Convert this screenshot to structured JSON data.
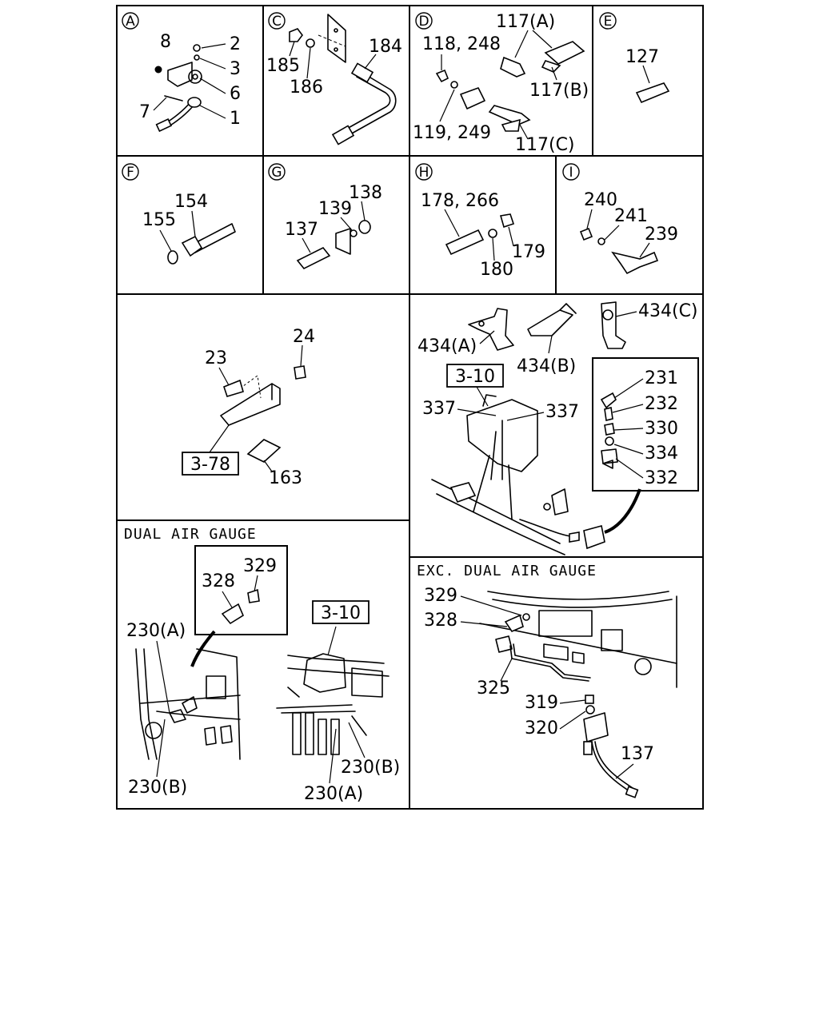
{
  "sections": {
    "A": {
      "letter": "A",
      "labels": {
        "l8": "8",
        "l2": "2",
        "l3": "3",
        "l6": "6",
        "l7": "7",
        "l1": "1"
      }
    },
    "C": {
      "letter": "C",
      "labels": {
        "l184": "184",
        "l185": "185",
        "l186": "186"
      }
    },
    "D": {
      "letter": "D",
      "labels": {
        "l117a": "117(A)",
        "l118": "118, 248",
        "l117b": "117(B)",
        "l119": "119, 249",
        "l117c": "117(C)"
      }
    },
    "E": {
      "letter": "E",
      "labels": {
        "l127": "127"
      }
    },
    "F": {
      "letter": "F",
      "labels": {
        "l154": "154",
        "l155": "155"
      }
    },
    "G": {
      "letter": "G",
      "labels": {
        "l138": "138",
        "l139": "139",
        "l137": "137"
      }
    },
    "H": {
      "letter": "H",
      "labels": {
        "l178": "178, 266",
        "l179": "179",
        "l180": "180"
      }
    },
    "I": {
      "letter": "I",
      "labels": {
        "l240": "240",
        "l241": "241",
        "l239": "239"
      }
    }
  },
  "bracket_panel": {
    "labels": {
      "l23": "23",
      "l24": "24",
      "ref": "3-78",
      "l163": "163"
    }
  },
  "mount_panel": {
    "labels": {
      "l434a": "434(A)",
      "l434b": "434(B)",
      "l434c": "434(C)",
      "ref": "3-10",
      "l337a": "337",
      "l337b": "337",
      "l231": "231",
      "l232": "232",
      "l330": "330",
      "l334": "334",
      "l332": "332"
    }
  },
  "dual_panel": {
    "title": "DUAL AIR GAUGE",
    "labels": {
      "l329": "329",
      "l328": "328",
      "l230a_top": "230(A)",
      "l230b_left": "230(B)",
      "ref": "3-10",
      "l230b_right": "230(B)",
      "l230a_bottom": "230(A)"
    }
  },
  "exc_panel": {
    "title": "EXC. DUAL AIR GAUGE",
    "labels": {
      "l329": "329",
      "l328": "328",
      "l325": "325",
      "l319": "319",
      "l320": "320",
      "l137": "137"
    }
  }
}
